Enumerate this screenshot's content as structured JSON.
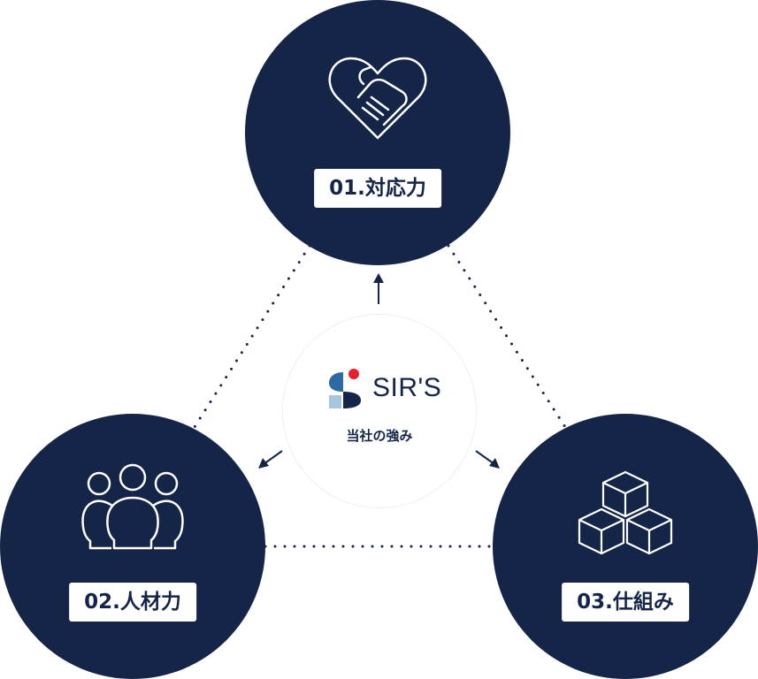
{
  "diagram": {
    "center": {
      "brand_text": "SIR'S",
      "caption": "当社の強み"
    },
    "nodes": [
      {
        "label": "01.対応力",
        "icon": "handshake-heart-icon"
      },
      {
        "label": "02.人材力",
        "icon": "people-group-icon"
      },
      {
        "label": "03.仕組み",
        "icon": "stacked-cubes-icon"
      }
    ],
    "colors": {
      "navy": "#152547",
      "white": "#ffffff",
      "logo_blue": "#2d6aa5",
      "logo_light_blue": "#a9c4df",
      "logo_red": "#e51f2f"
    }
  }
}
